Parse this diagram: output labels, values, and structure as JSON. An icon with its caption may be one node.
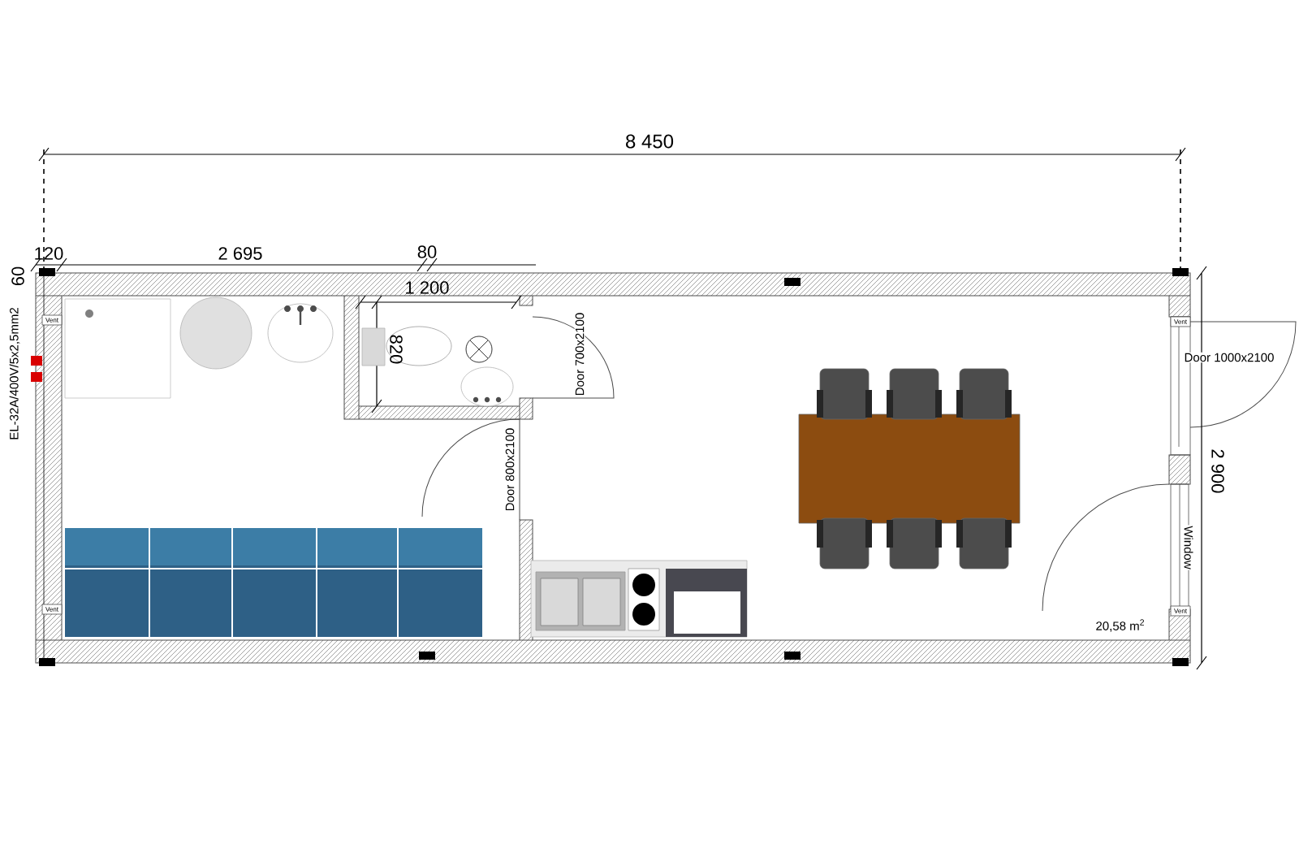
{
  "diagram": {
    "labels": [
      "8 450",
      "120",
      "2 695",
      "80",
      "60",
      "1 200",
      "EL-32A/400V/5x2,5mm2",
      "Vent",
      "820",
      "Door 700x2100",
      "Vent",
      "Door 1000x2100",
      "2 900",
      "Door 800x2100",
      "Window",
      "Vent",
      "Vent",
      "20,58 m$^{2}$"
    ]
  }
}
